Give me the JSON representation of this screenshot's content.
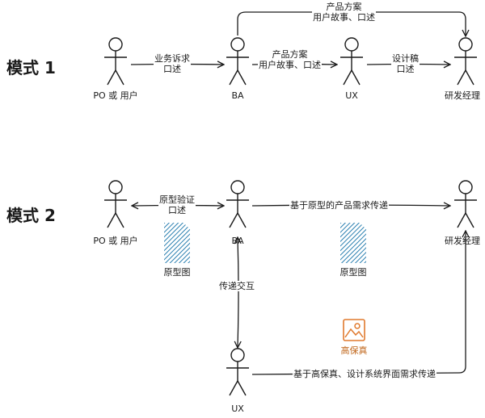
{
  "modes": [
    {
      "title": "模式 1",
      "actors": [
        "PO 或 用户",
        "BA",
        "UX",
        "研发经理"
      ],
      "edges": [
        {
          "from": "PO 或 用户",
          "to": "BA",
          "lines": [
            "业务诉求",
            "口述"
          ]
        },
        {
          "from": "BA",
          "to": "UX",
          "lines": [
            "产品方案",
            "用户故事、口述"
          ]
        },
        {
          "from": "UX",
          "to": "研发经理",
          "lines": [
            "设计稿",
            "口述"
          ]
        },
        {
          "from": "BA",
          "to": "研发经理",
          "lines": [
            "产品方案",
            "用户故事、口述"
          ]
        }
      ]
    },
    {
      "title": "模式 2",
      "actors": [
        "PO 或 用户",
        "BA",
        "UX",
        "研发经理"
      ],
      "edges": [
        {
          "from": "BA",
          "to": "PO 或 用户",
          "bidirectional": true,
          "lines": [
            "原型验证",
            "口述"
          ]
        },
        {
          "from": "BA",
          "to": "研发经理",
          "lines": [
            "基于原型的产品需求传递"
          ]
        },
        {
          "from": "BA",
          "to": "UX",
          "bidirectional": true,
          "lines": [
            "传递交互"
          ]
        },
        {
          "from": "UX",
          "to": "研发经理",
          "lines": [
            "基于高保真、设计系统界面需求传递"
          ]
        }
      ],
      "artifacts": [
        {
          "name": "原型图",
          "icon": "prototype-file-icon",
          "color": "#2a7fb0"
        },
        {
          "name": "原型图",
          "icon": "prototype-file-icon",
          "color": "#2a7fb0"
        },
        {
          "name": "高保真",
          "icon": "image-icon",
          "color": "#e07a2e"
        }
      ]
    }
  ]
}
